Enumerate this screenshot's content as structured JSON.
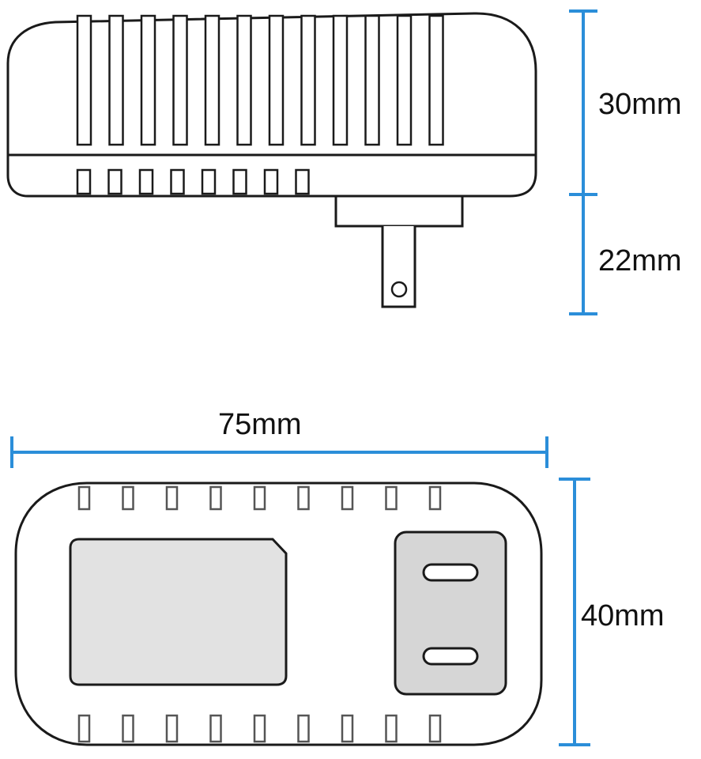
{
  "colors": {
    "outline": "#1a1a1a",
    "slot_outline": "#555555",
    "dimension": "#2b8ed9",
    "label_plate": "#e2e2e2",
    "socket": "#d6d6d6",
    "background": "#ffffff"
  },
  "side_view": {
    "height_label": "30mm",
    "plug_length_label": "22mm"
  },
  "front_view": {
    "width_label": "75mm",
    "depth_label": "40mm"
  },
  "icons": [
    "power-adapter-side-view",
    "power-adapter-front-view",
    "two-prong-socket"
  ]
}
